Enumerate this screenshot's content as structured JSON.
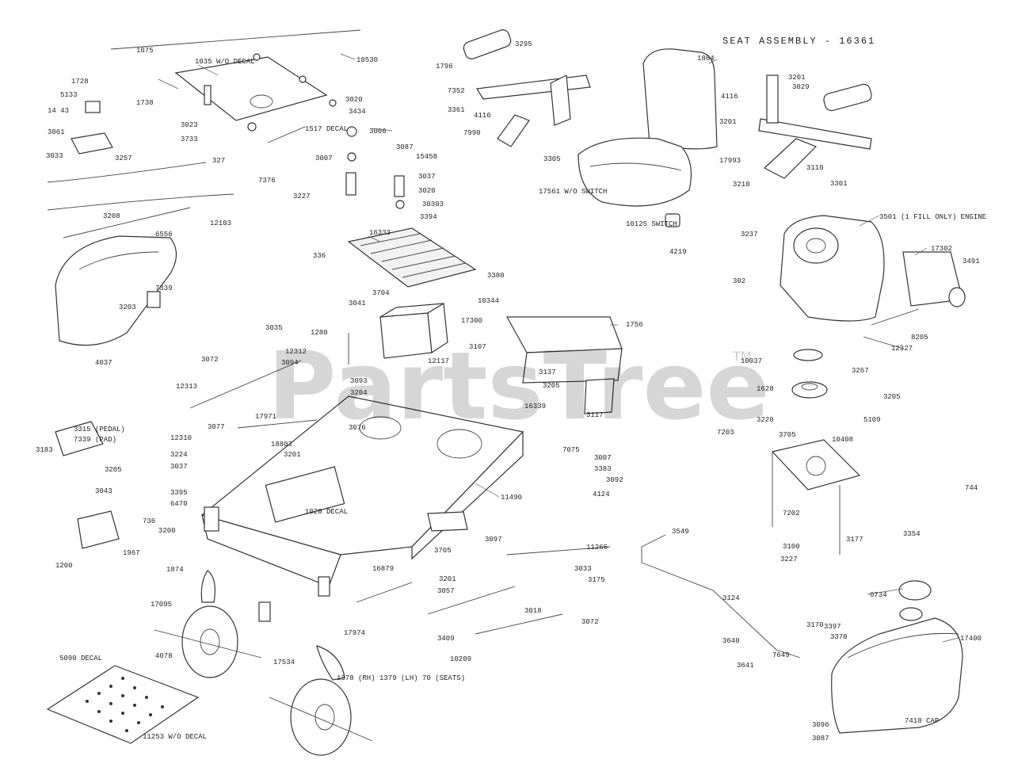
{
  "assembly_title": "SEAT ASSEMBLY - 16361",
  "watermark": {
    "text": "PartsTree",
    "trademark": "TM"
  },
  "labels": {
    "p10530": "10530",
    "p1075": "1075",
    "p1035": "1035 W/O DECAL",
    "p1728": "1728",
    "p1738": "1738",
    "p5133": "5133",
    "p1443": "14 43",
    "p3061": "3061",
    "p3033": "3033",
    "p3257": "3257",
    "p3023": "3023",
    "p3733": "3733",
    "p327": "327",
    "p7376": "7376",
    "p3007a": "3007",
    "p3227": "3227",
    "p1517": "1517 DECAL",
    "p3020": "3020",
    "p3434": "3434",
    "p3006": "3006",
    "p3087": "3087",
    "p15458": "15458",
    "p3037": "3037",
    "p3020b": "3020",
    "p30303": "30303",
    "p3394": "3394",
    "p3208": "3208",
    "p12103": "12103",
    "p6556": "6556",
    "p7339": "7339",
    "p3203": "3203",
    "p4037": "4037",
    "p16333": "16333",
    "p336": "336",
    "p3380": "3380",
    "p10344": "10344",
    "p3704": "3704",
    "p3041": "3041",
    "p17300": "17300",
    "p3107": "3107",
    "p12117": "12117",
    "p3137": "3137",
    "p3205": "3205",
    "p1756": "1756",
    "p3117": "3117",
    "p16339": "16339",
    "p3093": "3093",
    "p3204": "3204",
    "p3072": "3072",
    "p3035": "3035",
    "p1280": "1280",
    "p12312": "12312",
    "p3094": "3094",
    "p12313": "12313",
    "p3077": "3077",
    "p17971": "17971",
    "p18803": "18803",
    "p3201": "3201",
    "p3076": "3076",
    "p3315": "3315 (PEDAL)",
    "p7339b": "7339 (PAD)",
    "p3183": "3183",
    "p3205b": "3205",
    "p12310": "12310",
    "p3224": "3224",
    "p3037b": "3037",
    "p3395": "3395",
    "p6470": "6470",
    "p3043": "3043",
    "p736": "736",
    "p3200": "3200",
    "p1967": "1967",
    "p1200": "1200",
    "p1874": "1874",
    "p17095": "17095",
    "p1020": "1020 DECAL",
    "p11490": "11490",
    "p7075": "7075",
    "p3007": "3007",
    "p3383": "3383",
    "p3092": "3092",
    "p4124": "4124",
    "p3097": "3097",
    "p11265": "11265",
    "p3033b": "3033",
    "p3175": "3175",
    "p3705": "3705",
    "p16879": "16879",
    "p3201b": "3201",
    "p3057": "3057",
    "p3018": "3018",
    "p3072b": "3072",
    "p3409": "3409",
    "p10209": "10209",
    "p17974": "17974",
    "p17534": "17534",
    "p4078": "4078",
    "p5090": "5090 DECAL",
    "p11253": "11253 W/O DECAL",
    "p1378": "1378 (RH) 1379 (LH) 70 (SEATS)",
    "p1796": "1796",
    "p3295": "3295",
    "p7352": "7352",
    "p3361": "3361",
    "p4116": "4116",
    "p7990": "7990",
    "p3305": "3305",
    "p17561": "17561 W/O SWITCH",
    "p10125": "10125 SWITCH",
    "p4219": "4219",
    "p1864": "1864",
    "p3201c": "3201",
    "p3029": "3029",
    "p17993": "17993",
    "p3110": "3110",
    "p3301": "3301",
    "p3210": "3210",
    "p3237": "3237",
    "p3501": "3501 (1 FILL ONLY) ENGINE",
    "p17302": "17302",
    "p3491": "3491",
    "p302": "302",
    "p8205": "8205",
    "p12327": "12327",
    "p10037": "10037",
    "p3267": "3267",
    "p1628": "1628",
    "p3205c": "3205",
    "p3220": "3220",
    "p3705b": "3705",
    "p10408": "10408",
    "p7203": "7203",
    "p7202": "7202",
    "p3100": "3100",
    "p744": "744",
    "p3354": "3354",
    "p3227b": "3227",
    "p3177": "3177",
    "p3549": "3549",
    "p3124": "3124",
    "p3640": "3640",
    "p3170": "3170",
    "p3397": "3397",
    "p3370": "3370",
    "p6734": "6734",
    "p17400": "17400",
    "p7418": "7418 CAP",
    "p3096": "3096",
    "p3087b": "3087",
    "p7649": "7649",
    "p3641": "3641",
    "p5109": "5109"
  }
}
